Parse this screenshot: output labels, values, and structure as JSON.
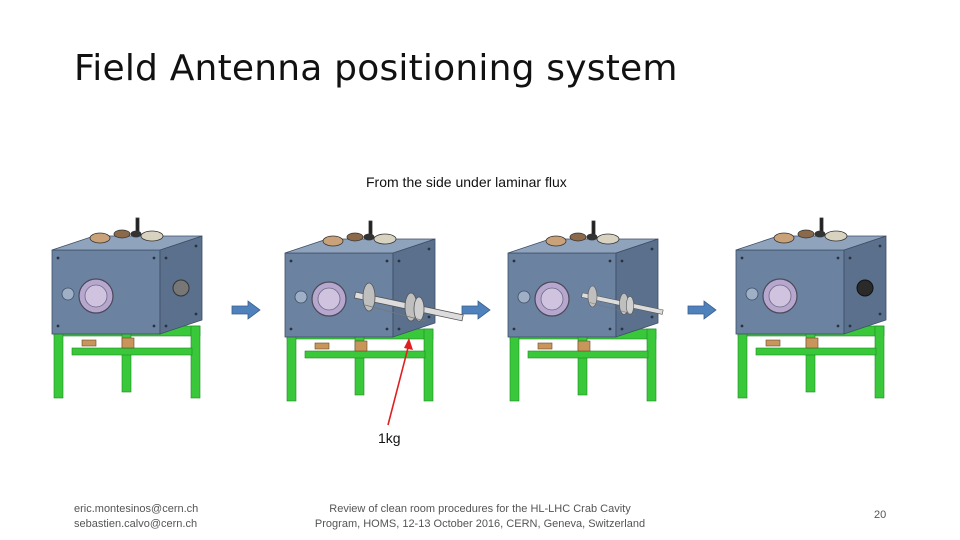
{
  "slide": {
    "title": "Field Antenna positioning system",
    "caption": "From the side under laminar flux",
    "weight_label": "1kg",
    "footer": {
      "left_lines": [
        "eric.montesinos@cern.ch",
        "sebastien.calvo@cern.ch"
      ],
      "center_lines": [
        "Review of clean room procedures for the HL-LHC Crab Cavity",
        "Program, HOMS, 12-13 October 2016, CERN, Geneva, Switzerland"
      ],
      "page_number": "20"
    }
  },
  "colors": {
    "body_side": "#6b82a0",
    "body_top": "#8fa3bd",
    "frame": "#38c83a",
    "arrow": "#4f81bd",
    "pointer": "#e02020"
  },
  "figures": [
    {
      "step": 1,
      "antenna": "retracted"
    },
    {
      "step": 2,
      "antenna": "tool-extended"
    },
    {
      "step": 3,
      "antenna": "tool-inserted"
    },
    {
      "step": 4,
      "antenna": "installed"
    }
  ]
}
